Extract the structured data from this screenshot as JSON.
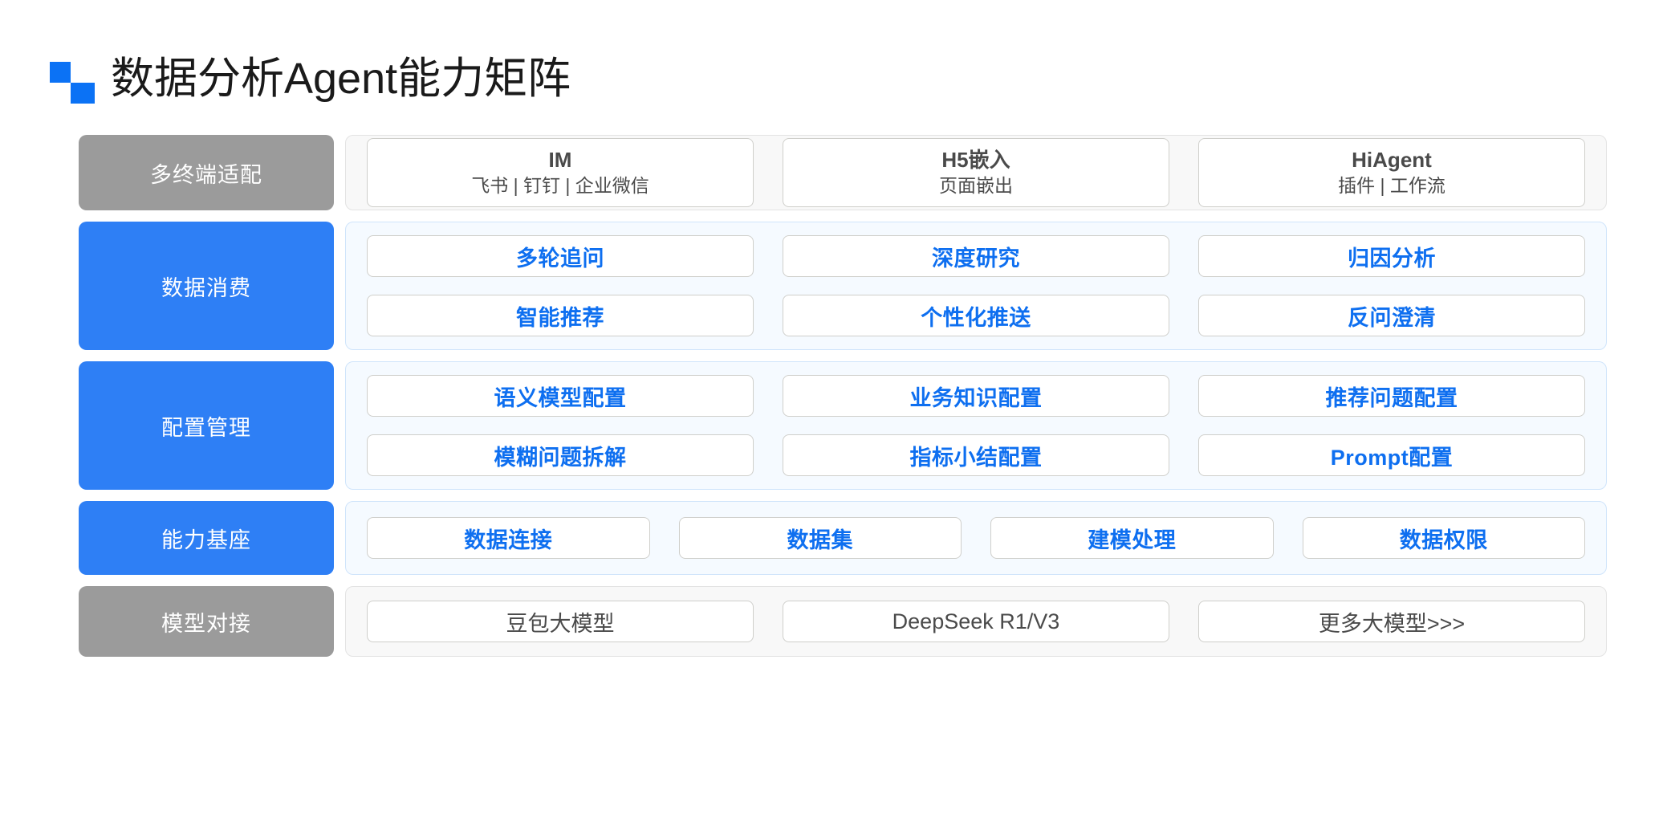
{
  "header": {
    "title": "数据分析Agent能力矩阵",
    "logo_color": "#0B72F5"
  },
  "colors": {
    "accent_blue": "#2E7FF5",
    "chip_blue": "#0E6FF0",
    "grey_label": "#9b9b9b",
    "tint_bg": "#f5faff",
    "neutral_bg": "#f8f8f8"
  },
  "matrix": {
    "rows": [
      {
        "label": "多终端适配",
        "label_style": "grey",
        "body_style": "neutral",
        "card_type": "stacked",
        "groups": [
          [
            {
              "title": "IM",
              "sub": "飞书 | 钉钉 | 企业微信"
            },
            {
              "title": "H5嵌入",
              "sub": "页面嵌出"
            },
            {
              "title": "HiAgent",
              "sub": "插件 | 工作流"
            }
          ]
        ]
      },
      {
        "label": "数据消费",
        "label_style": "blue",
        "body_style": "tinted",
        "card_type": "chip",
        "groups": [
          [
            {
              "title": "多轮追问"
            },
            {
              "title": "深度研究"
            },
            {
              "title": "归因分析"
            }
          ],
          [
            {
              "title": "智能推荐"
            },
            {
              "title": "个性化推送"
            },
            {
              "title": "反问澄清"
            }
          ]
        ]
      },
      {
        "label": "配置管理",
        "label_style": "blue",
        "body_style": "tinted",
        "card_type": "chip",
        "groups": [
          [
            {
              "title": "语义模型配置"
            },
            {
              "title": "业务知识配置"
            },
            {
              "title": "推荐问题配置"
            }
          ],
          [
            {
              "title": "模糊问题拆解"
            },
            {
              "title": "指标小结配置"
            },
            {
              "title": "Prompt配置"
            }
          ]
        ]
      },
      {
        "label": "能力基座",
        "label_style": "blue",
        "body_style": "tinted",
        "card_type": "chip",
        "groups": [
          [
            {
              "title": "数据连接"
            },
            {
              "title": "数据集"
            },
            {
              "title": "建模处理"
            },
            {
              "title": "数据权限"
            }
          ]
        ]
      },
      {
        "label": "模型对接",
        "label_style": "grey",
        "body_style": "neutral",
        "card_type": "model",
        "groups": [
          [
            {
              "title": "豆包大模型"
            },
            {
              "title": "DeepSeek R1/V3"
            },
            {
              "title": "更多大模型>>>"
            }
          ]
        ]
      }
    ]
  }
}
